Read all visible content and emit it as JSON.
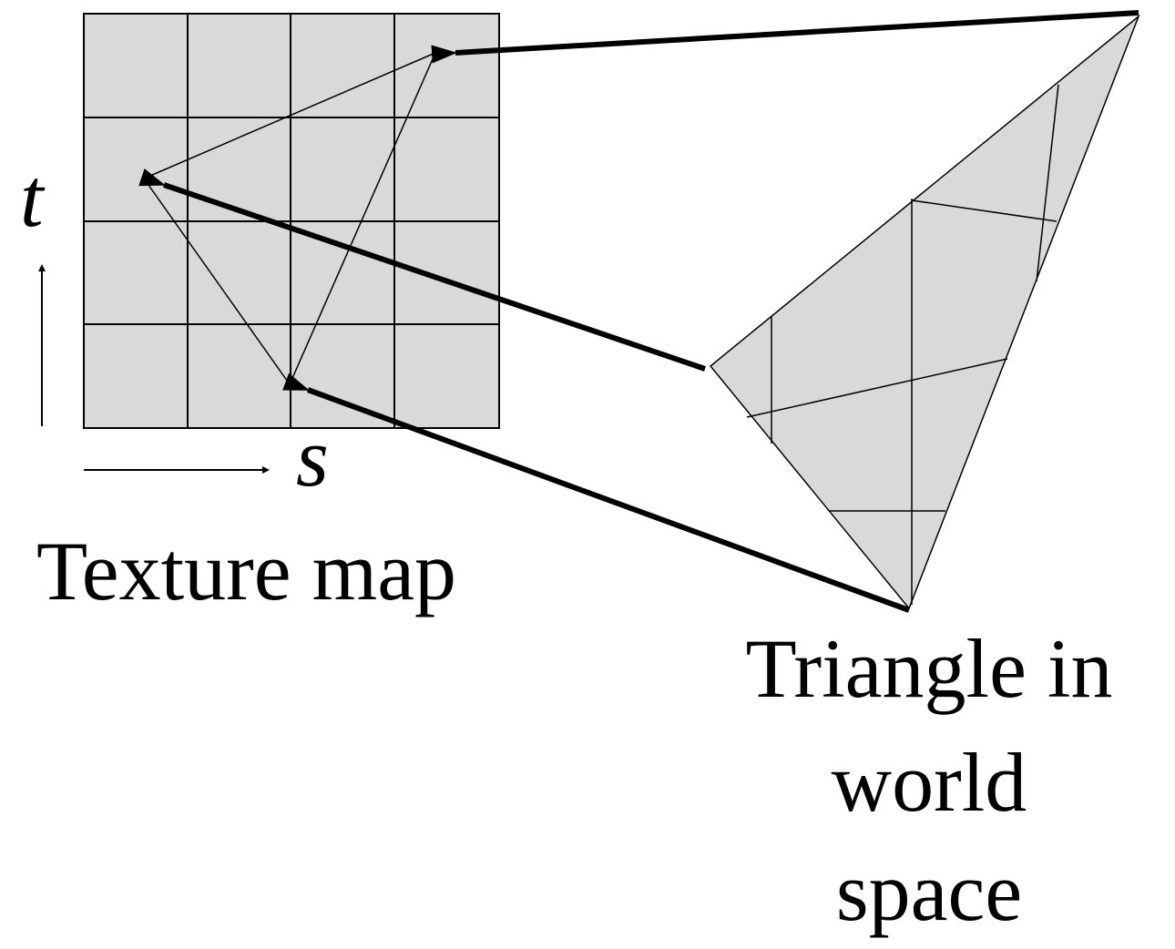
{
  "labels": {
    "t_axis": "t",
    "s_axis": "s",
    "texture_caption": "Texture map",
    "world_caption_line1": "Triangle in",
    "world_caption_line2": "world",
    "world_caption_line3": "space"
  },
  "colors": {
    "fill": "#d9d9d9",
    "stroke": "#000000",
    "background": "#ffffff"
  },
  "texture_map": {
    "grid_rows": 4,
    "grid_cols": 4
  },
  "arrows": {
    "count": 3,
    "direction": "world triangle vertex to texture-space vertex"
  }
}
